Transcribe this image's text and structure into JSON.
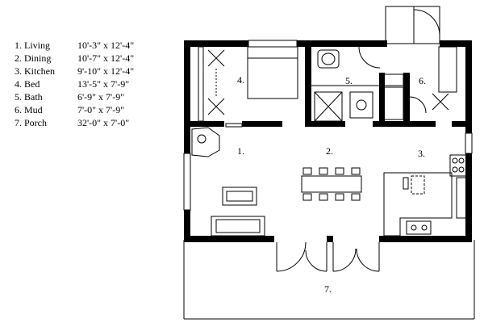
{
  "legend": [
    {
      "label": "1. Living",
      "dims": "10'-3\" x 12'-4\""
    },
    {
      "label": "2. Dining",
      "dims": "10'-7\" x 12'-4\""
    },
    {
      "label": "3. Kitchen",
      "dims": "9'-10\" x 12'-4\""
    },
    {
      "label": "4. Bed",
      "dims": "13'-5\" x 7'-9\""
    },
    {
      "label": "5. Bath",
      "dims": "6'-9\" x 7'-9\""
    },
    {
      "label": "6. Mud",
      "dims": "7'-0\" x 7'-9\""
    },
    {
      "label": "7. Porch",
      "dims": "32'-0\" x 7'-0\""
    }
  ],
  "room_numbers": {
    "living": "1.",
    "dining": "2.",
    "kitchen": "3.",
    "bed": "4.",
    "bath": "5.",
    "mud": "6.",
    "porch": "7."
  }
}
